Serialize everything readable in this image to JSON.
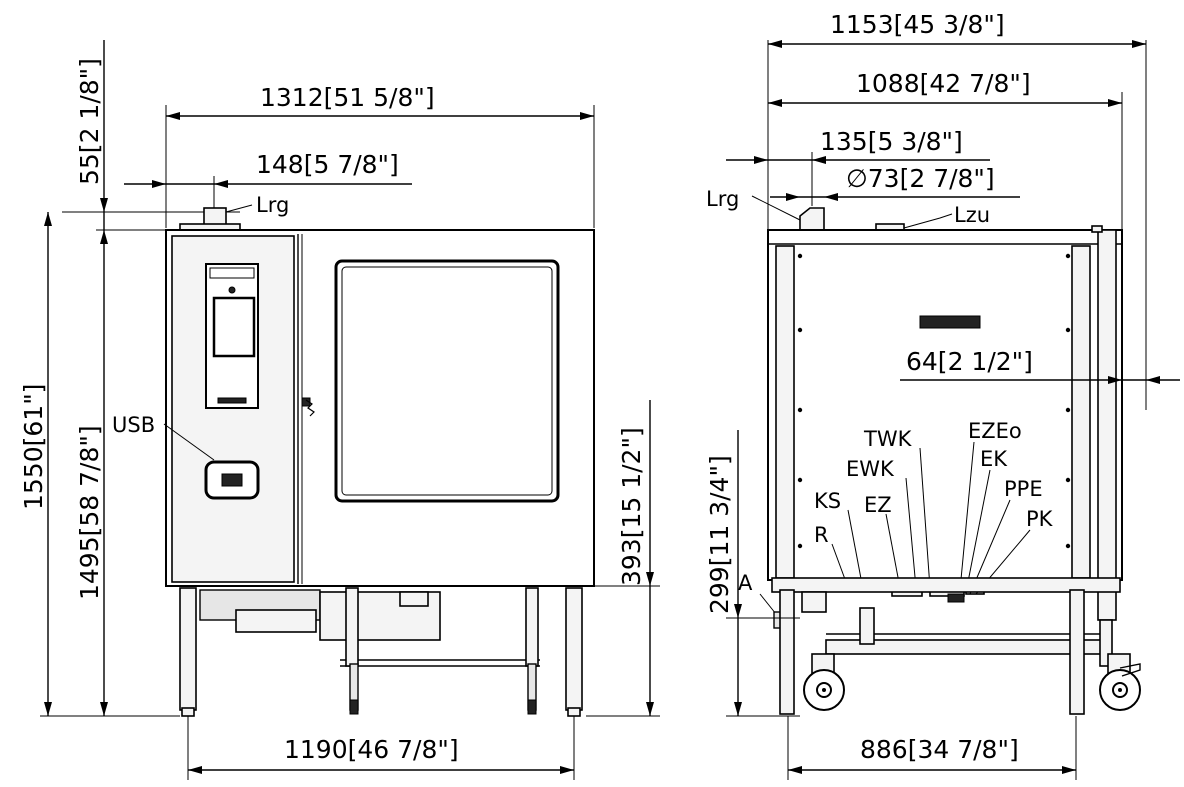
{
  "front_view": {
    "overall_width": "1312[51 5/8\"]",
    "flue_offset": "148[5 7/8\"]",
    "flue_height": "55[2 1/8\"]",
    "overall_height": "1550[61\"]",
    "body_height": "1495[58 7/8\"]",
    "leg_height": "393[15 1/2\"]",
    "leg_width": "1190[46 7/8\"]",
    "label_lrg": "Lrg",
    "label_usb": "USB"
  },
  "side_view": {
    "overall_depth": "1153[45 3/8\"]",
    "body_depth": "1088[42 7/8\"]",
    "flue_offset": "135[5 3/8\"]",
    "flue_diameter": "∅73[2 7/8\"]",
    "rear_offset": "64[2 1/2\"]",
    "connection_height": "299[11 3/4\"]",
    "leg_depth": "886[34 7/8\"]",
    "label_lrg": "Lrg",
    "label_lzu": "Lzu",
    "connections": [
      "TWK",
      "EZEo",
      "EWK",
      "EK",
      "PPE",
      "KS",
      "EZ",
      "PK",
      "R",
      "A"
    ]
  }
}
